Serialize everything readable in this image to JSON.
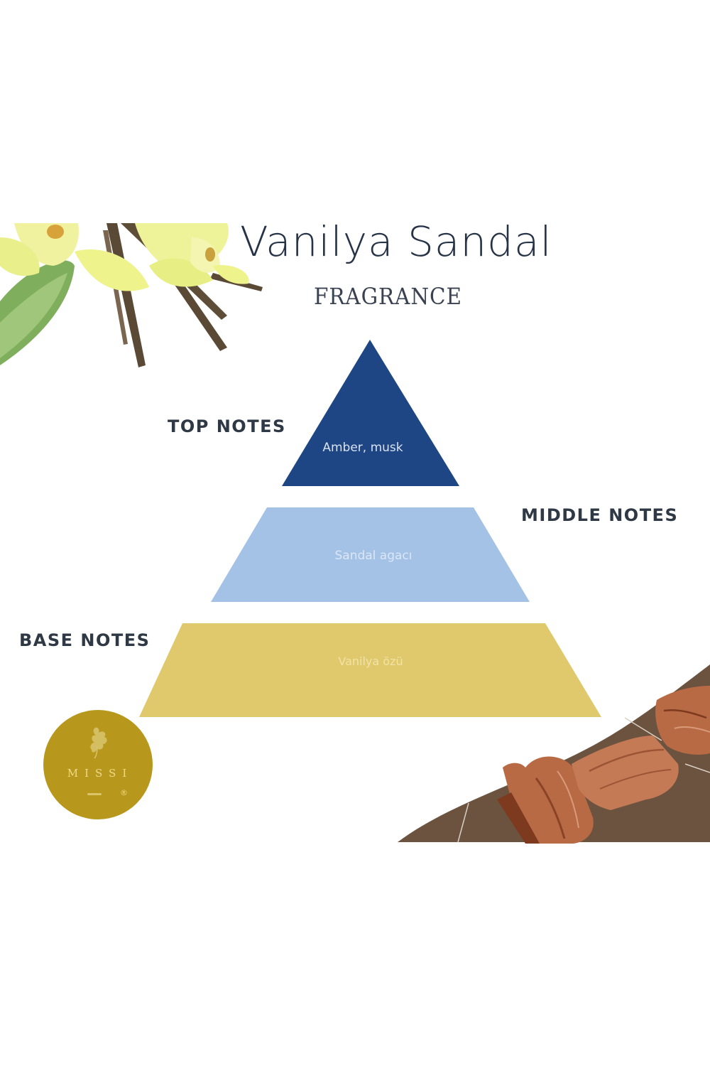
{
  "title": "Vanilya Sandal",
  "subtitle": "FRAGRANCE",
  "pyramid": {
    "tiers": [
      {
        "label": "TOP NOTES",
        "notes": "Amber, musk",
        "color": "#1f4684",
        "text_color": "#d8e2f2"
      },
      {
        "label": "MIDDLE NOTES",
        "notes": "Sandal agacı",
        "color": "#a4c1e6",
        "text_color": "#dbe7f6"
      },
      {
        "label": "BASE NOTES",
        "notes": "Vanilya özü",
        "color": "#e0c96c",
        "text_color": "#f1e3a6"
      }
    ]
  },
  "logo": {
    "name": "MISSI",
    "registered_mark": "®",
    "color": "#b8981c"
  },
  "illustrations": {
    "top_left": "vanilla-flower-illustration",
    "bottom_right": "sandalwood-illustration"
  }
}
